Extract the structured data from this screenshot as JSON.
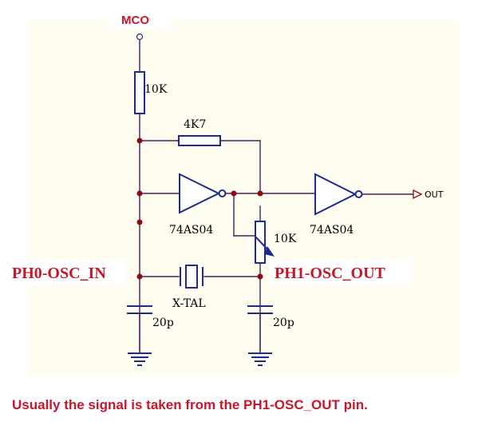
{
  "colors": {
    "background_area": "#fffcf0",
    "wire": "#4a1f5c",
    "component": "#1d2a8f",
    "junction": "#8a0a12",
    "label_red": "#c8162b"
  },
  "labels": {
    "mco": "MCO",
    "resistor_top": "10K",
    "feedback_resistor": "4K7",
    "inverter1": "74AS04",
    "inverter2": "74AS04",
    "potentiometer": "10K",
    "output": "OUT",
    "ph0": "PH0-OSC_IN",
    "ph1": "PH1-OSC_OUT",
    "crystal": "X-TAL",
    "cap_left": "20p",
    "cap_right": "20p"
  },
  "caption": "Usually the signal is taken from the PH1-OSC_OUT pin."
}
